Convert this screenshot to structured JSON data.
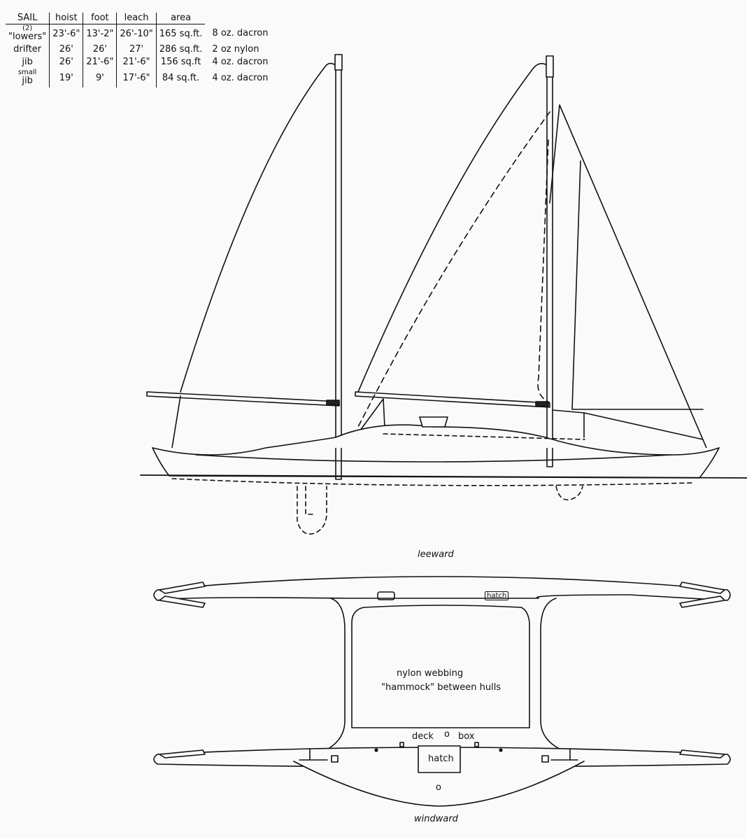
{
  "table": {
    "headers": [
      "SAIL",
      "hoist",
      "foot",
      "leach",
      "area"
    ],
    "rows": [
      {
        "sail_note": "(2)",
        "sail": "\"lowers\"",
        "hoist": "23'-6\"",
        "foot": "13'-2\"",
        "leach": "26'-10\"",
        "area": "165 sq.ft.",
        "material": "8 oz. dacron"
      },
      {
        "sail_note": "",
        "sail": "drifter",
        "hoist": "26'",
        "foot": "26'",
        "leach": "27'",
        "area": "286 sq.ft.",
        "material": "2 oz nylon"
      },
      {
        "sail_note": "",
        "sail": "jib",
        "hoist": "26'",
        "foot": "21'-6\"",
        "leach": "21'-6\"",
        "area": "156 sq.ft",
        "material": "4 oz. dacron"
      },
      {
        "sail_note": "small",
        "sail": "jib",
        "hoist": "19'",
        "foot": "9'",
        "leach": "17'-6\"",
        "area": "84 sq.ft.",
        "material": "4 oz. dacron"
      }
    ]
  },
  "labels": {
    "leeward": "leeward",
    "windward": "windward",
    "hammock_line1": "nylon webbing",
    "hammock_line2": "\"hammock\" between hulls",
    "deck": "deck",
    "deck_o": "o",
    "box": "box",
    "hatch_small": "hatch",
    "hatch_main": "hatch",
    "center_o": "o"
  },
  "colors": {
    "ink": "#111111",
    "paper": "#fafafa"
  }
}
